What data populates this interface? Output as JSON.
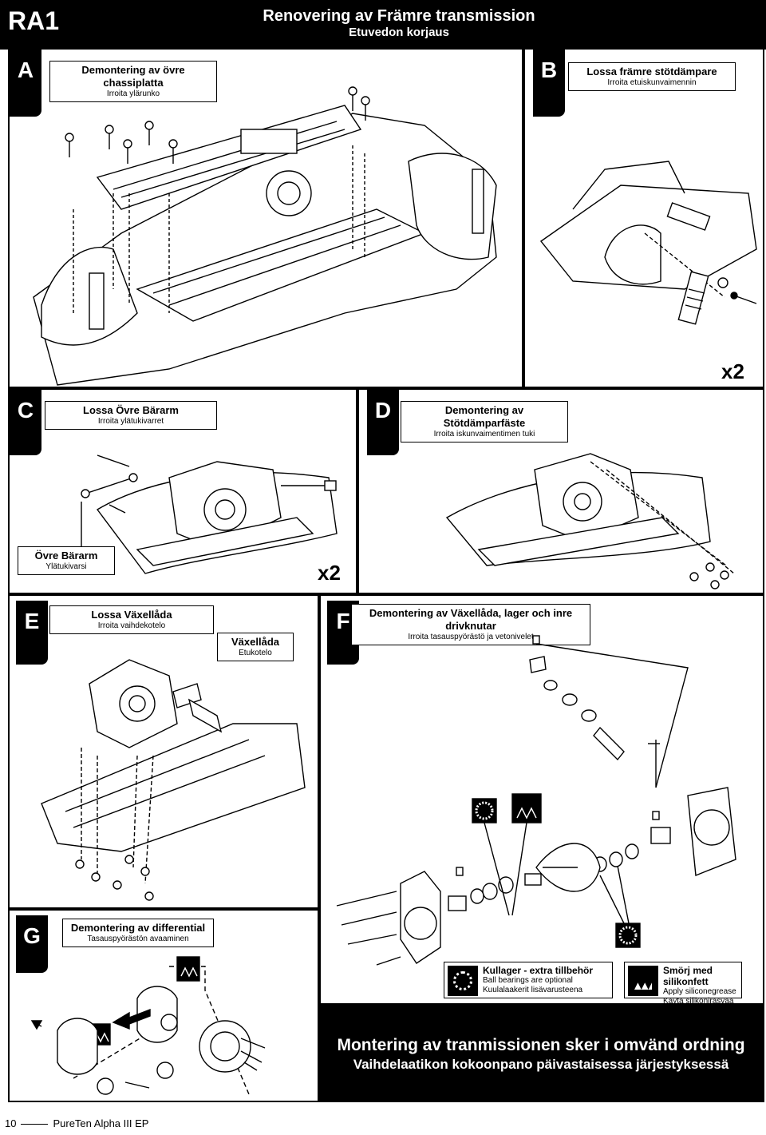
{
  "header": {
    "code": "RA1",
    "title": "Renovering av Främre transmission",
    "subtitle": "Etuvedon korjaus"
  },
  "steps": {
    "A": {
      "letter": "A",
      "title": "Demontering av övre chassiplatta",
      "subtitle": "Irroita ylärunko"
    },
    "B": {
      "letter": "B",
      "title": "Lossa främre stötdämpare",
      "subtitle": "Irroita etuiskunvaimennin",
      "count": "x2"
    },
    "C": {
      "letter": "C",
      "title": "Lossa Övre Bärarm",
      "subtitle": "Irroita ylätukivarret",
      "part_title": "Övre Bärarm",
      "part_subtitle": "Ylätukivarsi",
      "count": "x2"
    },
    "D": {
      "letter": "D",
      "title": "Demontering av Stötdämparfäste",
      "subtitle": "Irroita iskunvaimentimen tuki"
    },
    "E": {
      "letter": "E",
      "title": "Lossa Växellåda",
      "subtitle": "Irroita vaihdekotelo",
      "part_title": "Växellåda",
      "part_subtitle": "Etukotelo"
    },
    "F": {
      "letter": "F",
      "title": "Demontering av Växellåda, lager och inre drivknutar",
      "subtitle": "Irroita tasauspyörästö ja vetonivelet"
    },
    "G": {
      "letter": "G",
      "title": "Demontering av differential",
      "subtitle": "Tasauspyörästön avaaminen"
    }
  },
  "legend": {
    "bearings": {
      "line1": "Kullager - extra tillbehör",
      "line2": "Ball bearings are optional",
      "line3": "Kuulalaakerit lisävarusteena",
      "icon": "ball-bearing-icon"
    },
    "grease": {
      "line1": "Smörj med silikonfett",
      "line2": "Apply siliconegrease",
      "line3": "Käytä silikonirasvaa",
      "icon": "grease-icon"
    }
  },
  "assembly_note": {
    "line1": "Montering av tranmissionen sker i omvänd ordning",
    "line2": "Vaihdelaatikon kokoonpano päivastaisessa järjestyksessä"
  },
  "footer": {
    "page_number": "10",
    "product": "PureTen Alpha III EP"
  },
  "colors": {
    "ink": "#000000",
    "paper": "#ffffff"
  }
}
